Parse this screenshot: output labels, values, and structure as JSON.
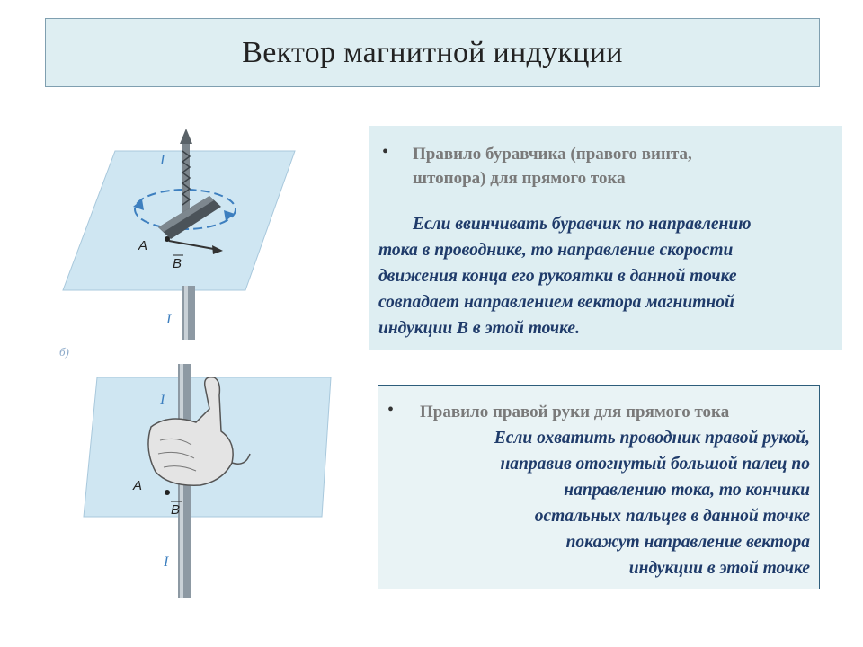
{
  "slide": {
    "title": "Вектор магнитной индукции"
  },
  "rule1": {
    "heading_line1": "Правило буравчика (правого винта,",
    "heading_line2": "штопора) для прямого тока",
    "text_lines": [
      "Если ввинчивать буравчик по направлению",
      "тока в проводнике, то направление скорости",
      "движения конца его рукоятки в данной точке",
      "совпадает направлением вектора магнитной",
      "индукции В в этой точке."
    ]
  },
  "rule2": {
    "heading": "Правило правой руки для прямого тока",
    "text_lines": [
      "Если охватить проводник правой рукой,",
      "направив отогнутый большой палец по",
      "направлению тока, то кончики",
      "остальных пальцев в данной точке",
      "покажут направление вектора",
      "индукции в этой точке"
    ]
  },
  "figure1": {
    "label_current_top": "I",
    "label_current_bottom": "I",
    "label_point": "A",
    "label_vector": "B"
  },
  "figure2": {
    "label_current_top": "I",
    "label_current_bottom": "I",
    "label_point": "A",
    "label_vector": "B",
    "label_letter": "б)"
  },
  "colors": {
    "panel": "#deeef2",
    "rule_text": "#1f3b6a",
    "heading_text": "#7a7a7a",
    "plane": "#cfe6f2"
  }
}
